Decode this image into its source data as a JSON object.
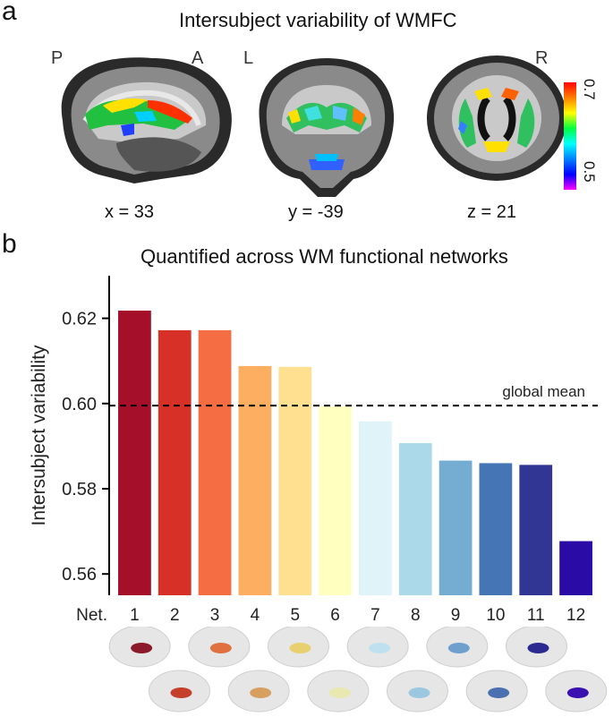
{
  "panel_a": {
    "letter": "a",
    "title": "Intersubject variability of WMFC",
    "views": [
      {
        "orient_left": "P",
        "orient_right": "A",
        "coord": "x = 33"
      },
      {
        "orient_left": "L",
        "orient_right": "",
        "coord": "y = -39"
      },
      {
        "orient_left": "",
        "orient_right": "R",
        "coord": "z = 21"
      }
    ],
    "colorbar": {
      "max_label": "0.7",
      "min_label": "0.5",
      "colors": [
        "#ff0000",
        "#ff8000",
        "#ffff00",
        "#00ff40",
        "#00ffff",
        "#0080ff",
        "#0000ff",
        "#ff00ff"
      ]
    }
  },
  "panel_b": {
    "letter": "b",
    "title": "Quantified across WM functional networks"
  },
  "chart_data": {
    "type": "bar",
    "title": "Quantified across WM functional networks",
    "ylabel": "Intersubject variability",
    "xlabel_prefix": "Net.",
    "categories": [
      "1",
      "2",
      "3",
      "4",
      "5",
      "6",
      "7",
      "8",
      "9",
      "10",
      "11",
      "12"
    ],
    "values": [
      0.6218,
      0.6172,
      0.6172,
      0.6088,
      0.6086,
      0.5993,
      0.5958,
      0.5907,
      0.5866,
      0.586,
      0.5856,
      0.5677
    ],
    "colors": [
      "#a50f2a",
      "#d73027",
      "#f46d43",
      "#fdae61",
      "#fee090",
      "#ffffbf",
      "#e0f3f8",
      "#abd9e9",
      "#74add1",
      "#4575b4",
      "#313695",
      "#2b0ba5"
    ],
    "ylim": [
      0.555,
      0.63
    ],
    "yticks": [
      "0.56",
      "0.58",
      "0.60",
      "0.62"
    ],
    "reference_line": {
      "value": 0.5995,
      "label": "global mean"
    }
  },
  "network_brain_thumbnails": [
    {
      "net": "1",
      "color": "#8b1a2a"
    },
    {
      "net": "2",
      "color": "#c4402a"
    },
    {
      "net": "3",
      "color": "#e07040"
    },
    {
      "net": "4",
      "color": "#d8a060"
    },
    {
      "net": "5",
      "color": "#e8d070"
    },
    {
      "net": "6",
      "color": "#e8e8b0"
    },
    {
      "net": "7",
      "color": "#bfe0ee"
    },
    {
      "net": "8",
      "color": "#9bc8e0"
    },
    {
      "net": "9",
      "color": "#6f9fcc"
    },
    {
      "net": "10",
      "color": "#4a70b0"
    },
    {
      "net": "11",
      "color": "#2a2a90"
    },
    {
      "net": "12",
      "color": "#3a10b0"
    }
  ]
}
